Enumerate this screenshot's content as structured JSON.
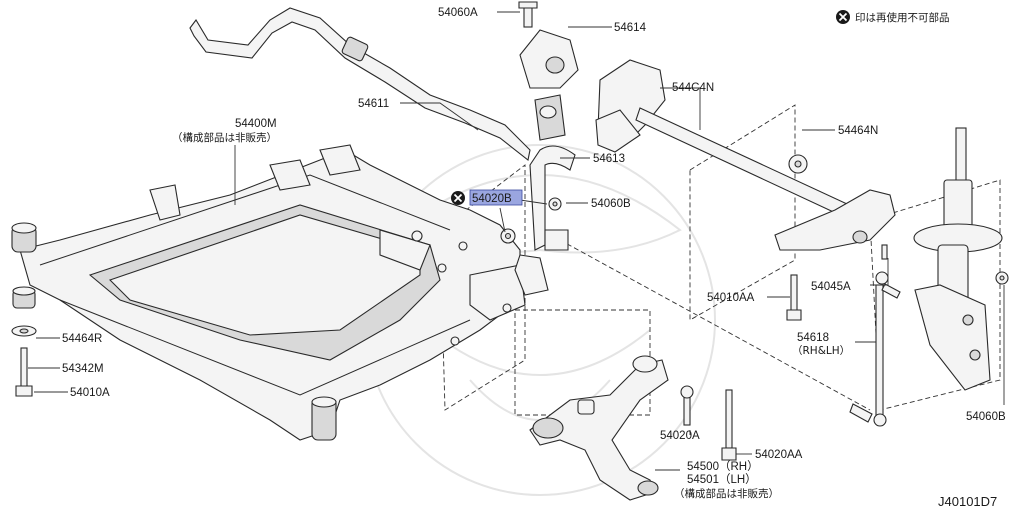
{
  "legend": {
    "symbol": "✖",
    "text": "印は再使用不可部品"
  },
  "figure_code": "J40101D7",
  "highlight_color": "#9aa6e0",
  "labels": {
    "p54060A": "54060A",
    "p54614": "54614",
    "p54611": "54611",
    "p54613": "54613",
    "p544C4N": "544C4N",
    "p54464N": "54464N",
    "p54400M": "54400M",
    "p54400M_note": "（構成部品は非販売）",
    "p54020B": "54020B",
    "p54060B_upper": "54060B",
    "p54045A": "54045A",
    "p54010AA": "54010AA",
    "p54618": "54618",
    "p54618_note": "（RH&LH）",
    "p54464R": "54464R",
    "p54342M": "54342M",
    "p54010A": "54010A",
    "p54020A": "54020A",
    "p54020AA": "54020AA",
    "p54500": "54500（RH）",
    "p54501": "54501（LH）",
    "p54501_note": "（構成部品は非販売）",
    "p54060B_lower": "54060B"
  }
}
